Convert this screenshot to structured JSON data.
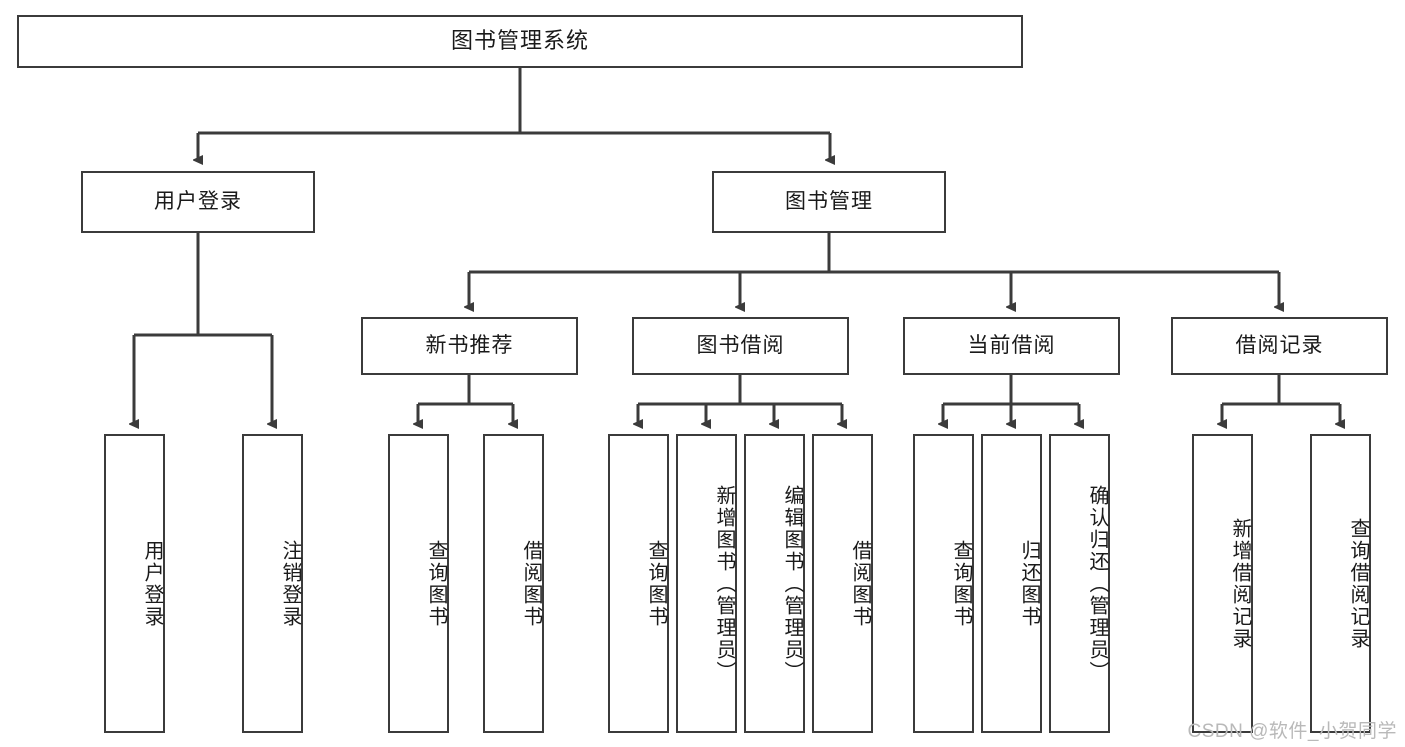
{
  "diagram": {
    "title": "图书管理系统",
    "type": "hierarchy-tree",
    "levels": 4,
    "root": {
      "label": "图书管理系统"
    },
    "level2": [
      {
        "id": "user-login",
        "label": "用户登录"
      },
      {
        "id": "book-manage",
        "label": "图书管理"
      }
    ],
    "level3": [
      {
        "id": "new-book-recommend",
        "label": "新书推荐",
        "parent": "book-manage"
      },
      {
        "id": "book-borrow",
        "label": "图书借阅",
        "parent": "book-manage"
      },
      {
        "id": "current-borrow",
        "label": "当前借阅",
        "parent": "book-manage"
      },
      {
        "id": "borrow-record",
        "label": "借阅记录",
        "parent": "book-manage"
      }
    ],
    "leaves": {
      "user-login": [
        {
          "id": "leaf-user-login",
          "label": "用户登录"
        },
        {
          "id": "leaf-logout",
          "label": "注销登录"
        }
      ],
      "new-book-recommend": [
        {
          "id": "leaf-query-book-1",
          "label": "查询图书"
        },
        {
          "id": "leaf-borrow-book-1",
          "label": "借阅图书"
        }
      ],
      "book-borrow": [
        {
          "id": "leaf-query-book-2",
          "label": "查询图书"
        },
        {
          "id": "leaf-add-book",
          "label": "新增图书（管理员）"
        },
        {
          "id": "leaf-edit-book",
          "label": "编辑图书（管理员）"
        },
        {
          "id": "leaf-borrow-book-2",
          "label": "借阅图书"
        }
      ],
      "current-borrow": [
        {
          "id": "leaf-query-book-3",
          "label": "查询图书"
        },
        {
          "id": "leaf-return-book",
          "label": "归还图书"
        },
        {
          "id": "leaf-confirm-return",
          "label": "确认归还（管理员）"
        }
      ],
      "borrow-record": [
        {
          "id": "leaf-add-record",
          "label": "新增借阅记录"
        },
        {
          "id": "leaf-query-record",
          "label": "查询借阅记录"
        }
      ]
    }
  },
  "watermark": {
    "text": "CSDN @软件_小贺同学"
  },
  "colors": {
    "stroke": "#3b3b3b",
    "fill": "#ffffff",
    "text": "#1a1a1a",
    "watermark": "#b9b9b9"
  }
}
